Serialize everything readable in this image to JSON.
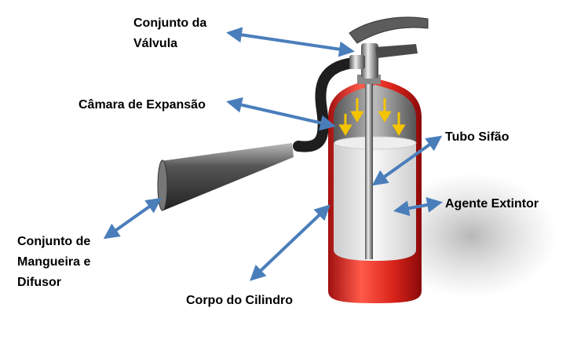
{
  "title": "Extintor de incêndio - componentes",
  "colors": {
    "arrow": "#4a7ebb",
    "cylinder_red": "#d9231a",
    "agent_arrow": "#f5c400"
  },
  "labels": {
    "valve": {
      "line1": "Conjunto da",
      "line2": "Válvula"
    },
    "expansion_chamber": "Câmara de Expansão",
    "siphon_tube": "Tubo Sifão",
    "extinguishing_agent": "Agente Extintor",
    "hose_diffuser": {
      "line1": "Conjunto de",
      "line2": "Mangueira e",
      "line3": "Difusor"
    },
    "cylinder_body": "Corpo do Cilindro"
  }
}
